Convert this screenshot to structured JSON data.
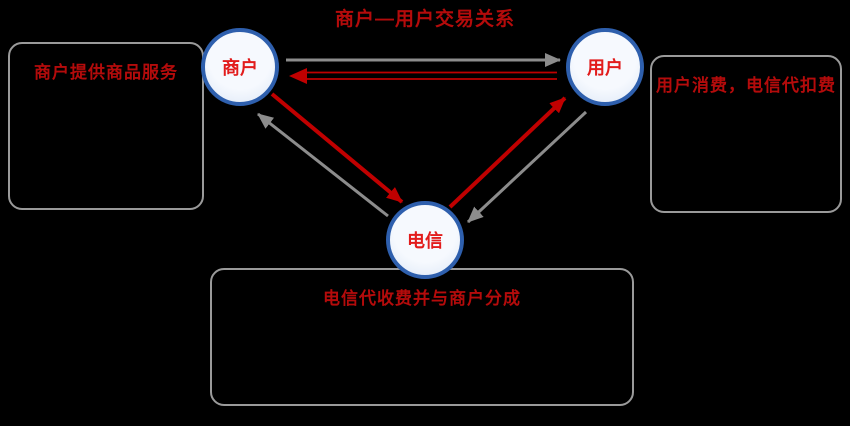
{
  "colors": {
    "background": "#000000",
    "text_red": "#b40b0b",
    "node_label_red": "#e21c1c",
    "arrow_red": "#c00000",
    "arrow_gray": "#8c8c8c",
    "box_border": "#9a9a9a",
    "circle_border": "#2e5fad",
    "circle_fill_light": "#f6f9fe",
    "circle_fill_dark": "#dbe6f6"
  },
  "diagram": {
    "title": "商户—用户交易关系",
    "nodes": {
      "merchant": {
        "label": "商户"
      },
      "user": {
        "label": "用户"
      },
      "telecom": {
        "label": "电信"
      }
    },
    "boxes": {
      "left": {
        "text": "商户提供商品服务"
      },
      "right": {
        "text": "用户消费，电信代扣费"
      },
      "bottom": {
        "text": "电信代收费并与商户分成"
      }
    },
    "relations": [
      {
        "from": "商户",
        "to": "用户",
        "style": "gray"
      },
      {
        "from": "用户",
        "to": "商户",
        "style": "red-double"
      },
      {
        "from": "商户",
        "to": "电信",
        "style": "red"
      },
      {
        "from": "电信",
        "to": "商户",
        "style": "gray"
      },
      {
        "from": "电信",
        "to": "用户",
        "style": "red"
      },
      {
        "from": "用户",
        "to": "电信",
        "style": "gray"
      }
    ]
  }
}
